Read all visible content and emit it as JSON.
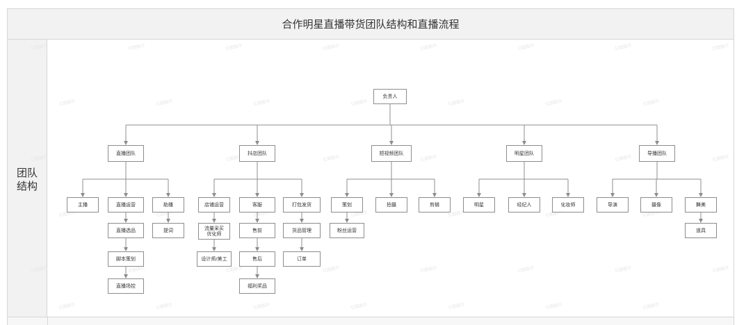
{
  "title": "合作明星直播带货团队结构和直播流程",
  "side_label": "团队\n结构",
  "watermark": "亿图图示",
  "colors": {
    "line": "#8c8c8c",
    "border": "#d6d6d6",
    "panel": "#f2f2f2"
  },
  "nodes": {
    "root": "负责人",
    "teams": {
      "live": "直播团队",
      "store": "抖店团队",
      "video": "短视频团队",
      "star": "明星团队",
      "director": "导播团队"
    },
    "members": {
      "host": "主播",
      "live_ops": "直播运营",
      "assistant": "助播",
      "product_select": "直播选品",
      "script_plan": "脚本策划",
      "live_control": "直播场控",
      "prompter": "提词",
      "shop_ops": "店铺运营",
      "traffic_opt": "流量采买\n优化师",
      "designer": "设计师/美工",
      "cs": "客服",
      "presale": "售前",
      "aftersale": "售后",
      "gift_prize": "福利奖品",
      "packing": "打包发货",
      "goods_mgmt": "货品管理",
      "orders": "订单",
      "planning": "策划",
      "fan_ops": "粉丝运营",
      "shooting": "拍摄",
      "editing": "剪辑",
      "celebrity": "明星",
      "agent": "经纪人",
      "makeup": "化妆师",
      "direct": "导演",
      "camera": "摄像",
      "stage_art": "舞美",
      "props": "道具"
    }
  }
}
